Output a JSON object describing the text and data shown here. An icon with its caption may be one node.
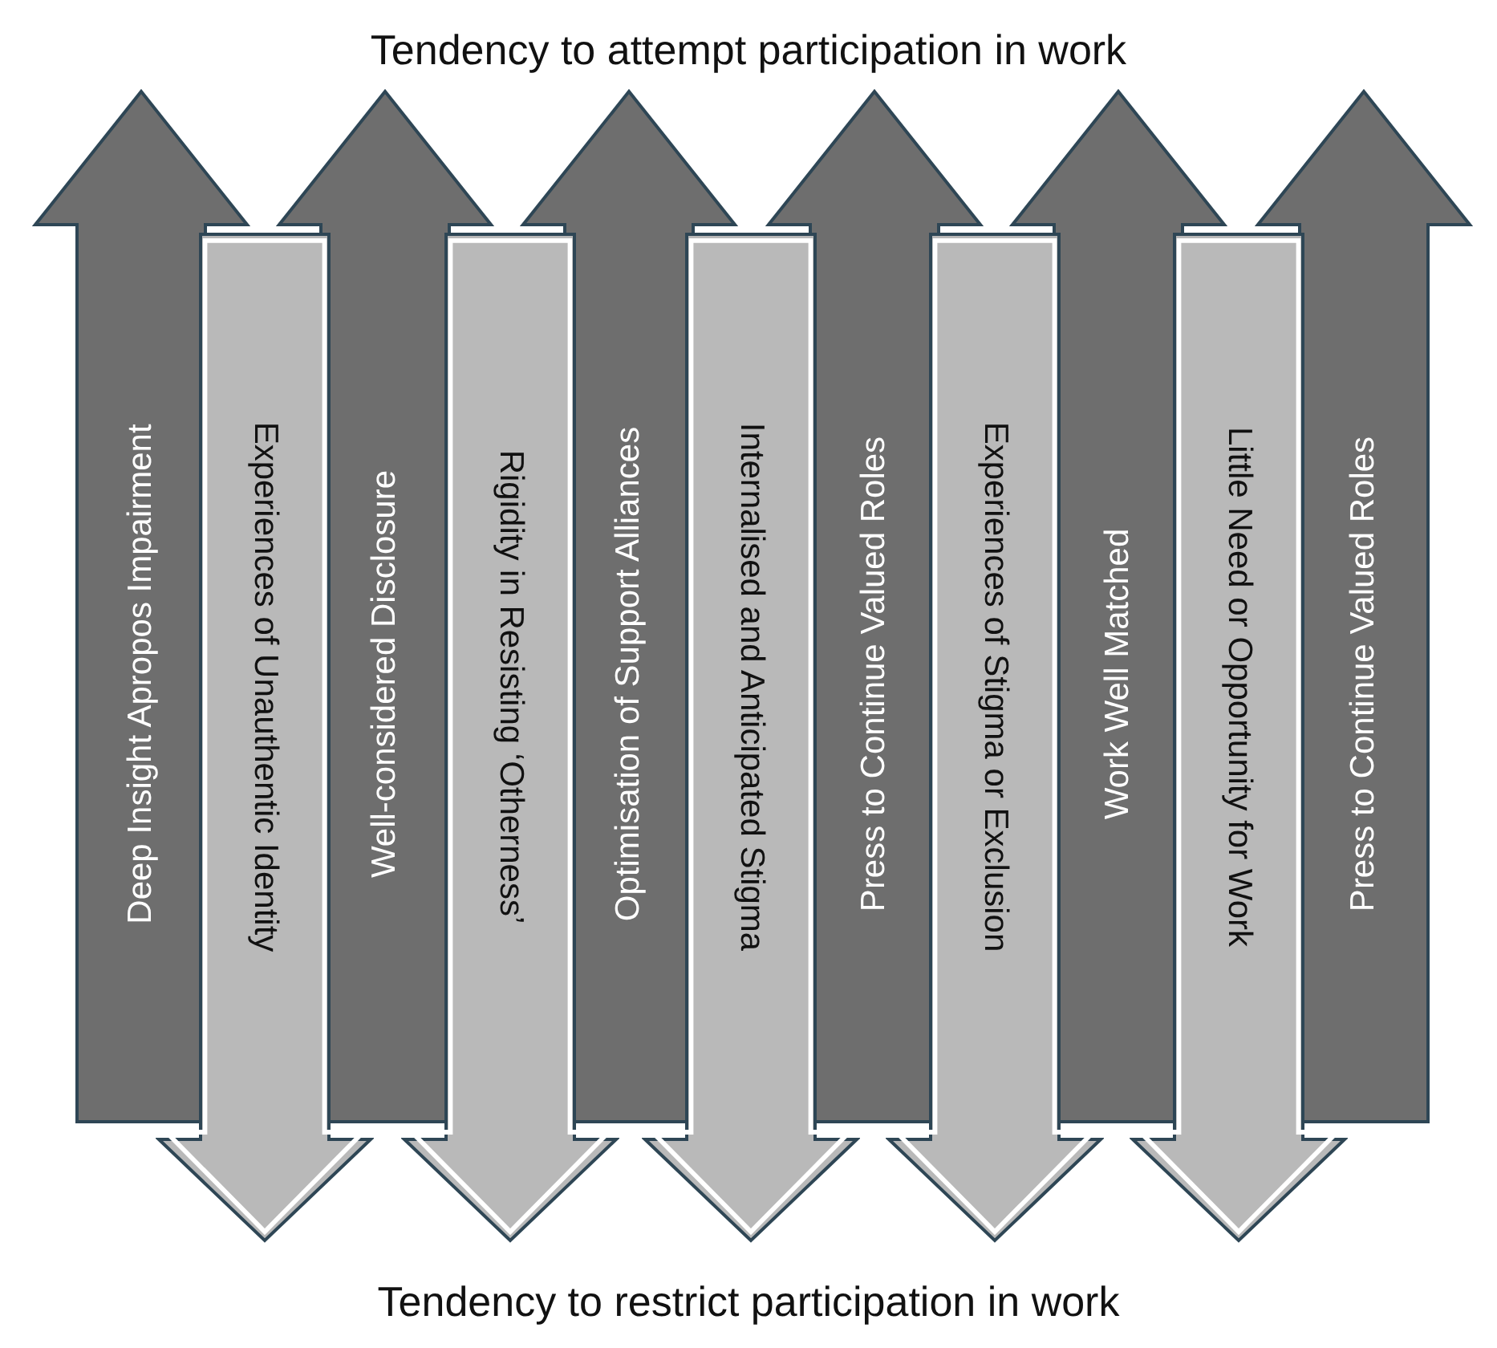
{
  "diagram": {
    "title": "Tendency to attempt participation in work",
    "caption": "Tendency to restrict participation in work",
    "nodes": [
      {
        "text": [
          "Deep Insight Apropos Impairment"
        ]
      },
      {
        "text": [
          "Experiences of Unauthentic Identity"
        ]
      },
      {
        "text": [
          "Well-considered Disclosure"
        ]
      },
      {
        "text": [
          "Rigidity in Resisting ‘Otherness’"
        ]
      },
      {
        "text": [
          "Optimisation of Support Alliances"
        ]
      },
      {
        "text": [
          "Internalised and Anticipated Stigma"
        ]
      },
      {
        "text": [
          "Press to Continue Valued Roles"
        ]
      },
      {
        "text": [
          "Experiences of Stigma or Exclusion"
        ]
      },
      {
        "text": [
          "Work Well Matched"
        ]
      },
      {
        "text": [
          "Little Need or Opportunity for Work"
        ]
      },
      {
        "text": [
          "Press to Continue Valued Roles"
        ]
      }
    ]
  }
}
